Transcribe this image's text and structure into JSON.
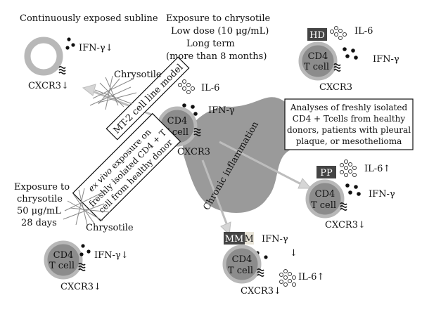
{
  "top_left": {
    "title": "Continuously exposed subline",
    "ifn_label": "IFN-γ↓",
    "cxcr3_label": "CXCR3↓"
  },
  "top_center": {
    "line1": "Exposure to chrysotile",
    "line2": "Low dose (10 μg/mL)",
    "line3": "Long term",
    "line4": "(more than 8 months)"
  },
  "model_box": {
    "label": "MT-2 cell line model"
  },
  "center_cell": {
    "chrysotile_label": "Chrysotile",
    "il6_label": "IL-6",
    "ifn_label": "IFN-γ",
    "cell_line1": "CD4",
    "cell_line2": "T cell",
    "cxcr3_label": "CXCR3"
  },
  "hd_panel": {
    "badge": "HD",
    "il6_label": "IL-6",
    "ifn_label": "IFN-γ",
    "cell_line1": "CD4",
    "cell_line2": "T cell",
    "cxcr3_label": "CXCR3"
  },
  "analysis_box": {
    "line1": "Analyses of freshly isolated",
    "line2": "CD4 + Tcells from healthy",
    "line3": "donors, patients with pleural",
    "line4": "plaque, or mesothelioma"
  },
  "ex_vivo_box": {
    "line1_italic": "ex vivo",
    "line1_rest": " exposure on",
    "line2": "freshly isolated CD4 + T",
    "line3": "cell from healthy donor"
  },
  "left_exposure": {
    "line1": "Exposure to",
    "line2": "chrysotile",
    "line3": "50 μg/mL",
    "line4": "28 days",
    "chrysotile_label": "Chrysotile"
  },
  "bottom_left_cell": {
    "cell_line1": "CD4",
    "cell_line2": "T cell",
    "ifn_label": "IFN-γ↓",
    "cxcr3_label": "CXCR3↓"
  },
  "chronic": {
    "label": "Chronic inflammation"
  },
  "pp_panel": {
    "badge": "PP",
    "il6_label": "IL-6↑",
    "ifn_label": "IFN-γ",
    "cell_line1": "CD4",
    "cell_line2": "T cell",
    "cxcr3_label": "CXCR3↓"
  },
  "mm_panel": {
    "badge": "MM",
    "badge_suffix": "M",
    "ifn_label": "IFN-γ",
    "ifn_arrow": "↓",
    "il6_label": "IL-6↑",
    "cell_line1": "CD4",
    "cell_line2": "T cell",
    "cxcr3_label": "CXCR3↓"
  },
  "colors": {
    "cell_fill": "#8c8c8c",
    "cell_ring": "#b8b8b8",
    "badge": "#444444",
    "inflammation_blob": "#9a9a9a",
    "arrow": "#c8c8c8"
  }
}
